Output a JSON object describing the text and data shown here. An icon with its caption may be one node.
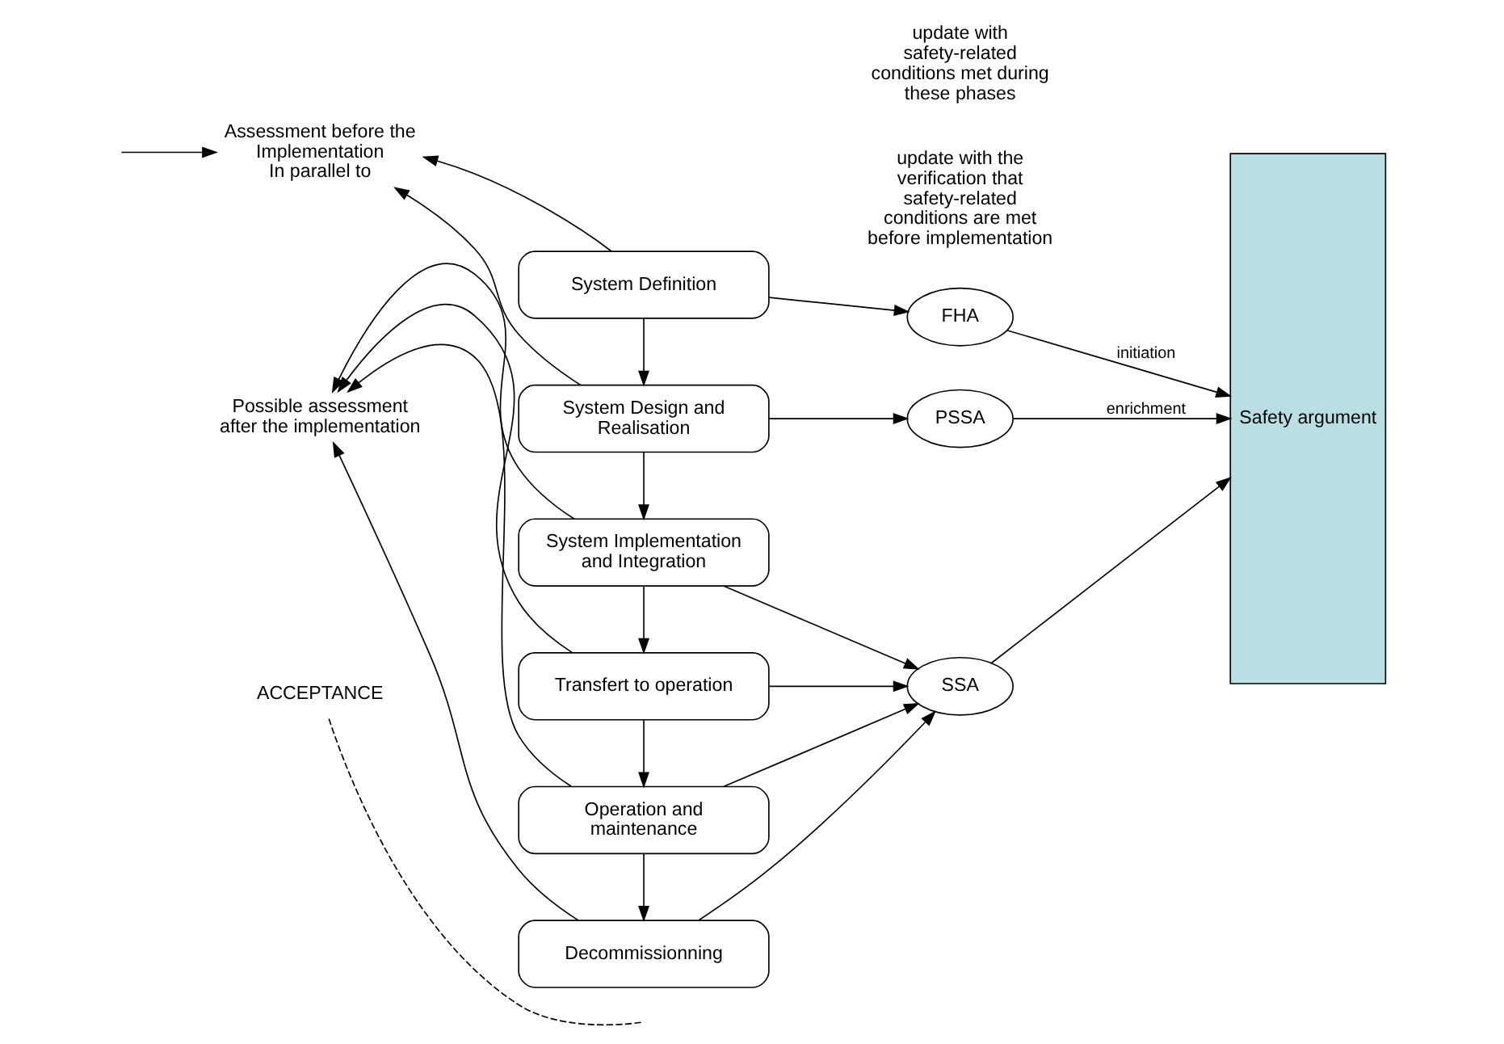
{
  "diagram": {
    "nodes": [
      {
        "text": [
          "System Definition"
        ]
      },
      {
        "text": [
          "System Design and Realisation"
        ]
      },
      {
        "text": [
          "System Implementation and Integration"
        ]
      },
      {
        "text": [
          "Transfert to operation"
        ]
      },
      {
        "text": [
          "Operation and maintenance"
        ]
      },
      {
        "text": [
          "Decommissionning"
        ]
      },
      {
        "text": [
          "FHA"
        ]
      },
      {
        "text": [
          "PSSA"
        ]
      },
      {
        "text": [
          "SSA"
        ]
      },
      {
        "text": [
          "Safety argument"
        ]
      },
      {
        "text": [
          "Assessment before the Implementation",
          "In parallel to"
        ]
      },
      {
        "text": [
          "Possible assessment after the implementation"
        ]
      },
      {
        "text": [
          "ACCEPTANCE"
        ]
      }
    ],
    "edges": [
      {
        "from": 0,
        "to": 1,
        "arrow": "to"
      },
      {
        "from": 1,
        "to": 2,
        "arrow": "to"
      },
      {
        "from": 2,
        "to": 3,
        "arrow": "to"
      },
      {
        "from": 3,
        "to": 4,
        "arrow": "to"
      },
      {
        "from": 4,
        "to": 5,
        "arrow": "to"
      },
      {
        "from": 0,
        "to": 6,
        "arrow": "to"
      },
      {
        "from": 1,
        "to": 7,
        "arrow": "to"
      },
      {
        "from": 2,
        "to": 8,
        "arrow": "to"
      },
      {
        "from": 3,
        "to": 8,
        "arrow": "to"
      },
      {
        "from": 4,
        "to": 8,
        "arrow": "to"
      },
      {
        "from": 5,
        "to": 8,
        "arrow": "to"
      },
      {
        "from": 6,
        "to": 9,
        "arrow": "to",
        "label": "initiation"
      },
      {
        "from": 7,
        "to": 9,
        "arrow": "to",
        "label": "enrichment"
      },
      {
        "from": 8,
        "to": 9,
        "arrow": "to"
      },
      {
        "from": 0,
        "to": 10,
        "arrow": "to"
      },
      {
        "from": null,
        "to": 10,
        "arrow": "to"
      },
      {
        "from": 1,
        "to": 10,
        "arrow": "to"
      },
      {
        "from": 2,
        "to": 11,
        "arrow": "to"
      },
      {
        "from": 3,
        "to": 11,
        "arrow": "to"
      },
      {
        "from": 4,
        "to": 11,
        "arrow": "to"
      },
      {
        "from": 5,
        "to": 11,
        "arrow": "to"
      },
      {
        "from": 12,
        "to": null,
        "arrow": "none",
        "style": "dashed"
      }
    ],
    "labels": [
      "update with the verification that safety-related conditions are met before implementation",
      "update with safety-related conditions met during these phases"
    ]
  }
}
